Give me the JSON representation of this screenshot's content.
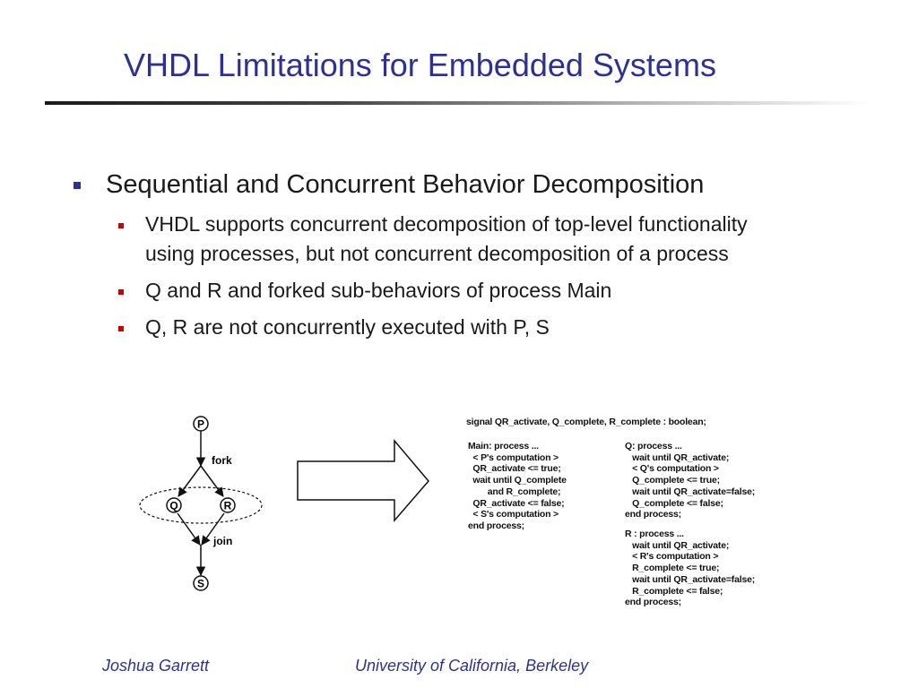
{
  "slide": {
    "title": "VHDL Limitations for Embedded Systems",
    "bullet": "Sequential and Concurrent Behavior Decomposition",
    "subbullets": [
      "VHDL supports concurrent decomposition of top-level functionality using processes, but not concurrent decomposition of a process",
      "Q and R and forked sub-behaviors of process Main",
      "Q, R are not concurrently executed with P, S"
    ]
  },
  "diagram": {
    "nodes": {
      "p": "P",
      "q": "Q",
      "r": "R",
      "s": "S"
    },
    "fork_label": "fork",
    "join_label": "join"
  },
  "code": {
    "signal_line": "signal QR_activate, Q_complete, R_complete : boolean;",
    "main_block": "Main: process ...\n  < P's computation >\n  QR_activate <= true;\n  wait until Q_complete\n        and R_complete;\n  QR_activate <= false;\n  < S's computation >\nend process;",
    "q_block": "Q: process ...\n   wait until QR_activate;\n   < Q's computation >\n   Q_complete <= true;\n   wait until QR_activate=false;\n   Q_complete <= false;\nend process;",
    "r_block": "R : process ...\n   wait until QR_activate;\n   < R's computation >\n   R_complete <= true;\n   wait until QR_activate=false;\n   R_complete <= false;\nend process;"
  },
  "footer": {
    "author": "Joshua Garrett",
    "institution": "University of California, Berkeley"
  },
  "colors": {
    "title": "#2e3192",
    "bullet_l1": "#2e3192",
    "bullet_l2": "#cc0000"
  }
}
